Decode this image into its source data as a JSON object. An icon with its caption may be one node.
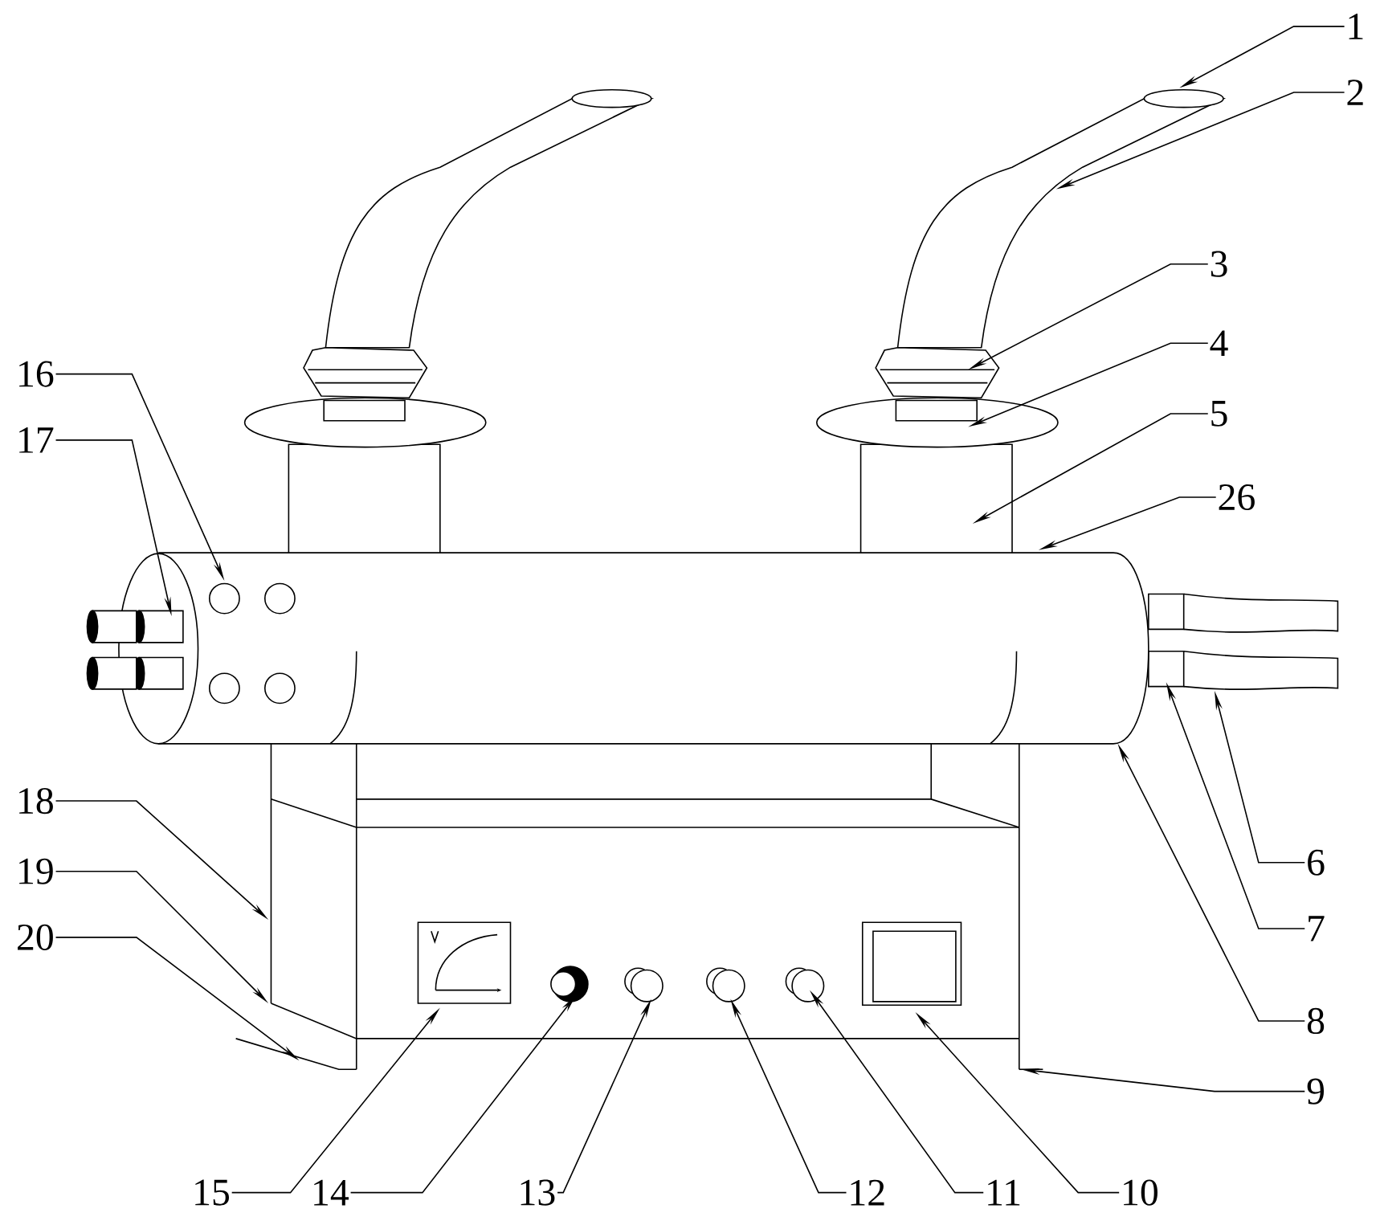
{
  "diagram": {
    "nodes": [
      {
        "text": [
          "1"
        ]
      },
      {
        "text": [
          "2"
        ]
      },
      {
        "text": [
          "3"
        ]
      },
      {
        "text": [
          "4"
        ]
      },
      {
        "text": [
          "5"
        ]
      },
      {
        "text": [
          "6"
        ]
      },
      {
        "text": [
          "7"
        ]
      },
      {
        "text": [
          "8"
        ]
      },
      {
        "text": [
          "9"
        ]
      },
      {
        "text": [
          "10"
        ]
      },
      {
        "text": [
          "11"
        ]
      },
      {
        "text": [
          "12"
        ]
      },
      {
        "text": [
          "13"
        ]
      },
      {
        "text": [
          "14"
        ]
      },
      {
        "text": [
          "15"
        ]
      },
      {
        "text": [
          "16"
        ]
      },
      {
        "text": [
          "17"
        ]
      },
      {
        "text": [
          "18"
        ]
      },
      {
        "text": [
          "19"
        ]
      },
      {
        "text": [
          "20"
        ]
      },
      {
        "text": [
          "26"
        ]
      },
      {
        "text": [],
        "shape": "picture"
      },
      {
        "text": [],
        "shape": "picture"
      },
      {
        "text": [],
        "shape": "picture"
      },
      {
        "text": [],
        "shape": "box"
      },
      {
        "text": [],
        "shape": "picture"
      },
      {
        "text": [],
        "shape": "picture"
      },
      {
        "text": [],
        "shape": "picture",
        "in": 26
      },
      {
        "text": [],
        "shape": "picture",
        "in": 26
      },
      {
        "text": [],
        "shape": "circle",
        "in": 26
      },
      {
        "text": [],
        "shape": "circle",
        "in": 26
      },
      {
        "text": [],
        "shape": "circle",
        "in": 26
      },
      {
        "text": [],
        "shape": "picture",
        "in": 26
      }
    ],
    "edges": [
      {
        "from": 0,
        "to": 21,
        "arrow": "to"
      },
      {
        "from": 1,
        "to": 21,
        "arrow": "to"
      },
      {
        "from": 2,
        "to": 22,
        "arrow": "to"
      },
      {
        "from": 3,
        "to": 23,
        "arrow": "to"
      },
      {
        "from": 4,
        "to": 24,
        "arrow": "to"
      },
      {
        "from": 5,
        "to": 25,
        "arrow": "to"
      },
      {
        "from": 6,
        "to": 25,
        "arrow": "to"
      },
      {
        "from": 7,
        "to": 25,
        "arrow": "to"
      },
      {
        "from": 8,
        "to": 26,
        "arrow": "to"
      },
      {
        "from": 9,
        "to": 32,
        "arrow": "to"
      },
      {
        "from": 10,
        "to": 31,
        "arrow": "to"
      },
      {
        "from": 11,
        "to": 30,
        "arrow": "to"
      },
      {
        "from": 12,
        "to": 29,
        "arrow": "to"
      },
      {
        "from": 13,
        "to": 28,
        "arrow": "to"
      },
      {
        "from": 14,
        "to": 27,
        "arrow": "to"
      },
      {
        "from": 15,
        "to": 25,
        "arrow": "to"
      },
      {
        "from": 16,
        "to": 25,
        "arrow": "to"
      },
      {
        "from": 17,
        "to": 26,
        "arrow": "to"
      },
      {
        "from": 18,
        "to": 26,
        "arrow": "to"
      },
      {
        "from": 19,
        "to": 26,
        "arrow": "to"
      },
      {
        "from": 20,
        "to": 25,
        "arrow": "to"
      }
    ]
  }
}
